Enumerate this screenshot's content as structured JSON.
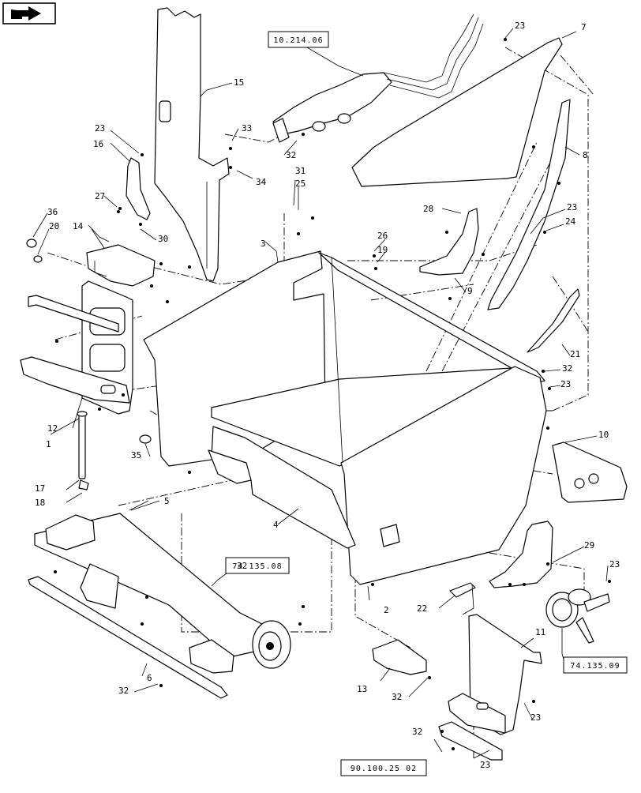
{
  "nav_icon": "next-page-arrow-icon",
  "refs": [
    "10.214.06",
    "74.135.08",
    "74.135.09",
    "90.100.25 02"
  ],
  "callouts": [
    "1",
    "2",
    "3",
    "4",
    "5",
    "6",
    "7",
    "8",
    "9",
    "10",
    "11",
    "12",
    "13",
    "14",
    "15",
    "16",
    "17",
    "18",
    "19",
    "20",
    "21",
    "22",
    "23",
    "23",
    "23",
    "23",
    "23",
    "23",
    "23",
    "24",
    "25",
    "26",
    "27",
    "28",
    "29",
    "30",
    "31",
    "32",
    "32",
    "32",
    "32",
    "32",
    "32",
    "33",
    "34",
    "35",
    "36"
  ]
}
